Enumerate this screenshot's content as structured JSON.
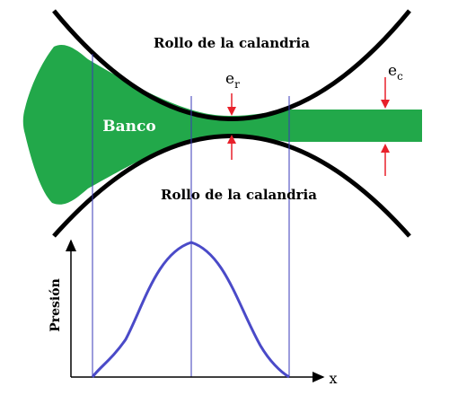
{
  "labels": {
    "top_roll": "Rollo de la calandria",
    "bottom_roll": "Rollo de la calandria",
    "bank": "Banco",
    "gap_symbol": "e",
    "gap_subscript": "r",
    "exit_symbol": "e",
    "exit_subscript": "c",
    "y_axis": "Presión",
    "x_axis": "x"
  },
  "colors": {
    "polymer": "#22a84a",
    "roll": "#000000",
    "arrow": "#e8202a",
    "guide": "#3a3ab8",
    "curve": "#4a4ac8"
  }
}
